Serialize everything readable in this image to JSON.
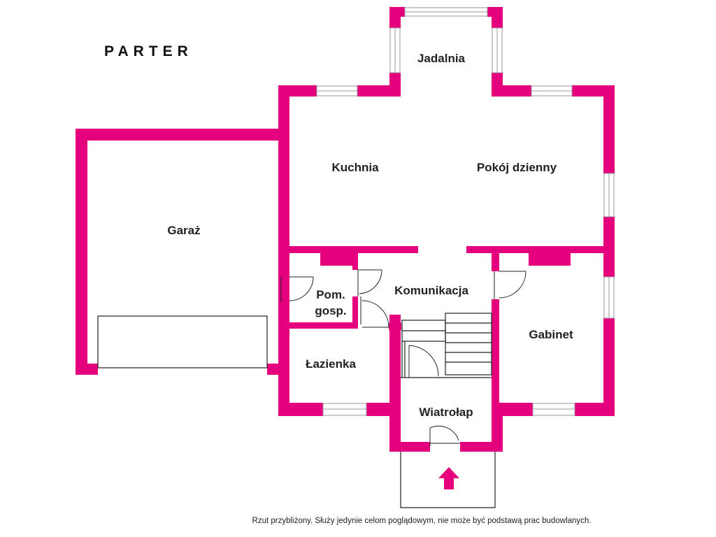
{
  "floor_title": "PARTER",
  "colors": {
    "wall": "#e5007d",
    "line": "#222222",
    "window_line": "#9a9a9a",
    "text": "#222222",
    "entrance_arrow": "#e5007d"
  },
  "rooms": {
    "jadalnia": "Jadalnia",
    "kuchnia": "Kuchnia",
    "pokoj_dzienny": "Pokój dzienny",
    "garaz": "Garaż",
    "pom_gosp_line1": "Pom.",
    "pom_gosp_line2": "gosp.",
    "komunikacja": "Komunikacja",
    "gabinet": "Gabinet",
    "lazienka": "Łazienka",
    "wiatrolap": "Wiatrołap"
  },
  "disclaimer": "Rzut przybliżony. Służy jedynie celom poglądowym, nie może być podstawą prac budowlanych."
}
